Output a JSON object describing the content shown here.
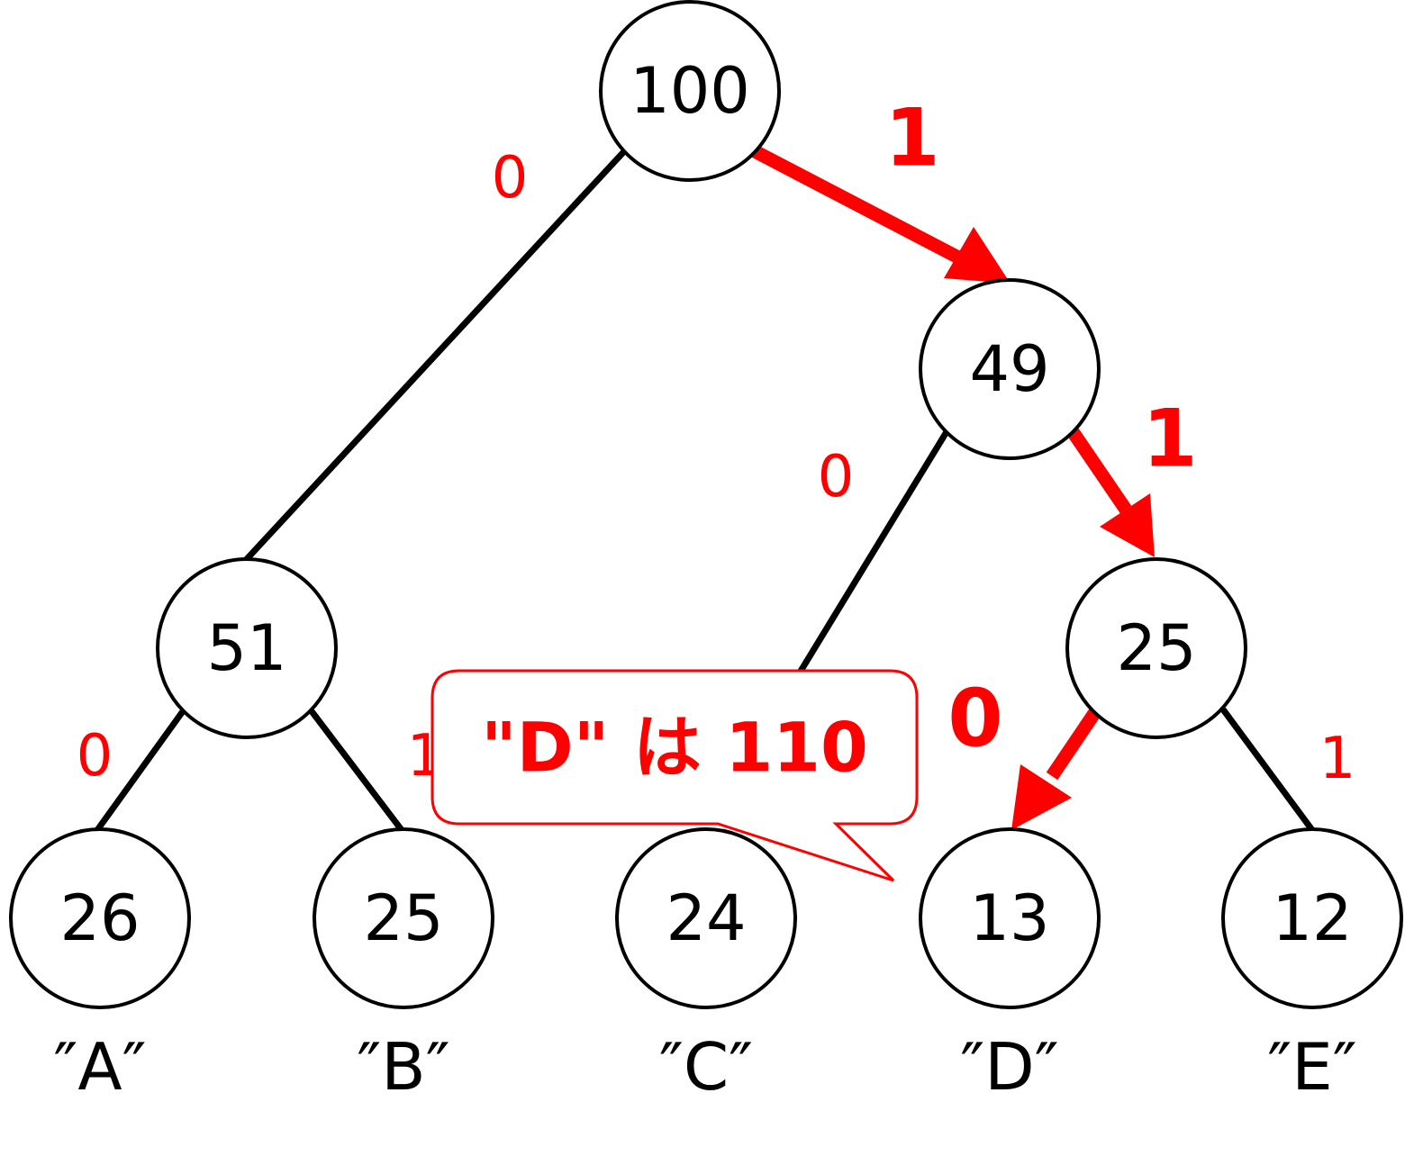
{
  "tree": {
    "root": {
      "value": "100"
    },
    "internal": [
      {
        "id": "n49",
        "value": "49"
      },
      {
        "id": "n51",
        "value": "51"
      },
      {
        "id": "n25",
        "value": "25"
      }
    ],
    "leaves": [
      {
        "id": "leafA",
        "value": "26",
        "label": "″A″"
      },
      {
        "id": "leafB",
        "value": "25",
        "label": "″B″"
      },
      {
        "id": "leafC",
        "value": "24",
        "label": "″C″"
      },
      {
        "id": "leafD",
        "value": "13",
        "label": "″D″"
      },
      {
        "id": "leafE",
        "value": "12",
        "label": "″E″"
      }
    ]
  },
  "edges": {
    "root_left": {
      "bit": "0"
    },
    "root_right": {
      "bit": "1",
      "highlighted": true
    },
    "n51_left": {
      "bit": "0"
    },
    "n51_right": {
      "bit": "1"
    },
    "n49_left": {
      "bit": "0"
    },
    "n49_right": {
      "bit": "1",
      "highlighted": true
    },
    "n25_left": {
      "bit": "0",
      "highlighted": true
    },
    "n25_right": {
      "bit": "1"
    }
  },
  "callout": {
    "text": "\"D\" は 110"
  },
  "colors": {
    "highlight": "#ff0000",
    "line": "#000000",
    "background": "#ffffff"
  }
}
